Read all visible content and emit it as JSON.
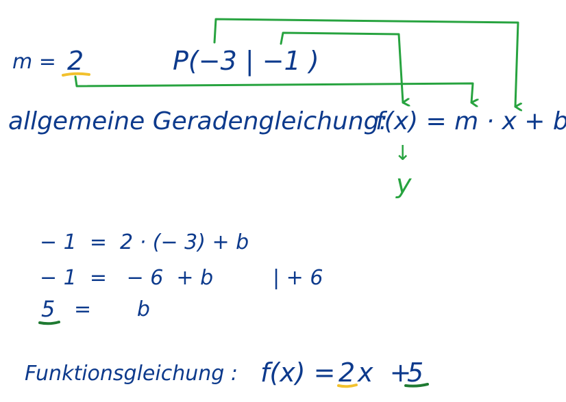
{
  "colors": {
    "ink_blue": "#0d3a8c",
    "ink_green": "#27a33f",
    "highlight_yellow": "#f2c12e",
    "underline_green": "#1f7a32"
  },
  "given": {
    "slope_label": "m =",
    "slope_value": "2",
    "point": "P(−3 | −1 )"
  },
  "general": {
    "label": "allgemeine Geradengleichung:",
    "formula": "f(x) = m · x + b",
    "y_arrow": "↓",
    "y_label": "y"
  },
  "calculation": {
    "line1": "− 1  =  2 · (− 3) + b",
    "line2_left": "− 1  =   − 6  + b",
    "line2_op": "| + 6",
    "line3_value": "5",
    "line3_rest": "=       b"
  },
  "result": {
    "label": "Funktionsgleichung :",
    "f_part": "f(x) =",
    "slope": "2",
    "x_plus": "x  +",
    "intercept": "5"
  }
}
